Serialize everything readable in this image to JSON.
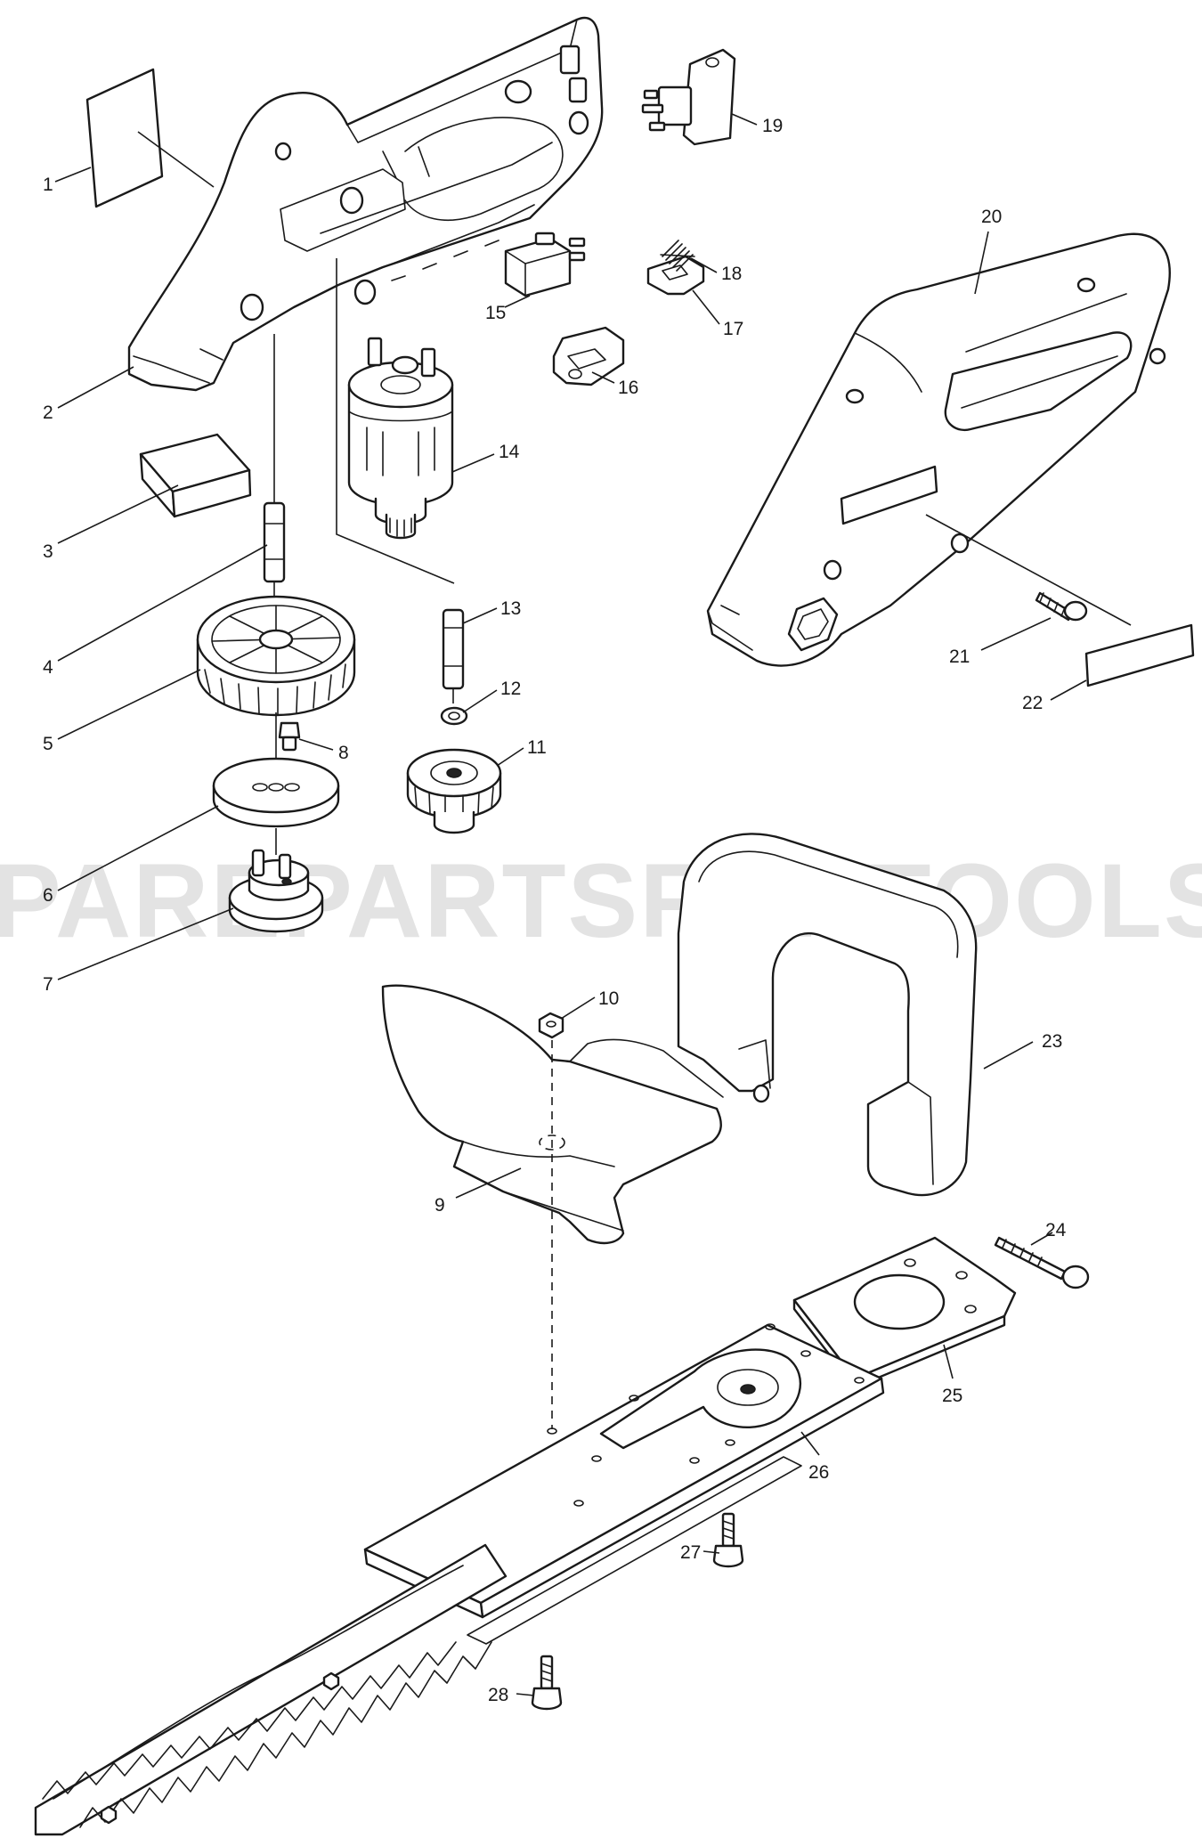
{
  "watermark": "PAREPARTSFORTOOLS.COM.A",
  "callouts": [
    "1",
    "2",
    "3",
    "4",
    "5",
    "6",
    "7",
    "8",
    "9",
    "10",
    "11",
    "12",
    "13",
    "14",
    "15",
    "16",
    "17",
    "18",
    "19",
    "20",
    "21",
    "22",
    "23",
    "24",
    "25",
    "26",
    "27",
    "28"
  ]
}
